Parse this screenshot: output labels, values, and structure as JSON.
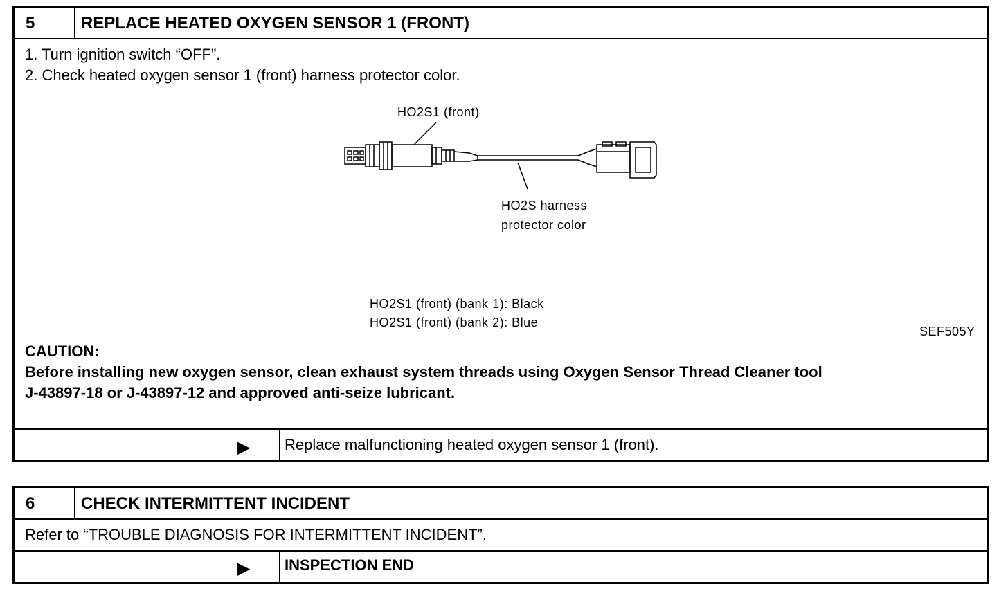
{
  "step5": {
    "number": "5",
    "title": "REPLACE HEATED OXYGEN SENSOR 1 (FRONT)",
    "instructions": [
      "1.  Turn ignition switch “OFF”.",
      "2.  Check heated oxygen sensor 1 (front) harness protector color."
    ],
    "figure": {
      "sensor_label": "HO2S1  (front)",
      "harness_label_line1": "HO2S  harness",
      "harness_label_line2": "protector  color",
      "color_bank1": "HO2S1  (front)  (bank  1):  Black",
      "color_bank2": "HO2S1  (front)  (bank  2):  Blue",
      "figure_code": "SEF505Y"
    },
    "caution_heading": "CAUTION:",
    "caution_line1": "Before installing new oxygen sensor, clean exhaust system threads using Oxygen Sensor Thread Cleaner tool",
    "caution_line2": "J-43897-18 or J-43897-12 and approved anti-seize lubricant.",
    "result_arrow": "▶",
    "result_text": "Replace malfunctioning heated oxygen sensor 1 (front)."
  },
  "step6": {
    "number": "6",
    "title": "CHECK INTERMITTENT INCIDENT",
    "instruction": "Refer to “TROUBLE DIAGNOSIS FOR INTERMITTENT INCIDENT”.",
    "result_arrow": "▶",
    "result_text": "INSPECTION END"
  }
}
